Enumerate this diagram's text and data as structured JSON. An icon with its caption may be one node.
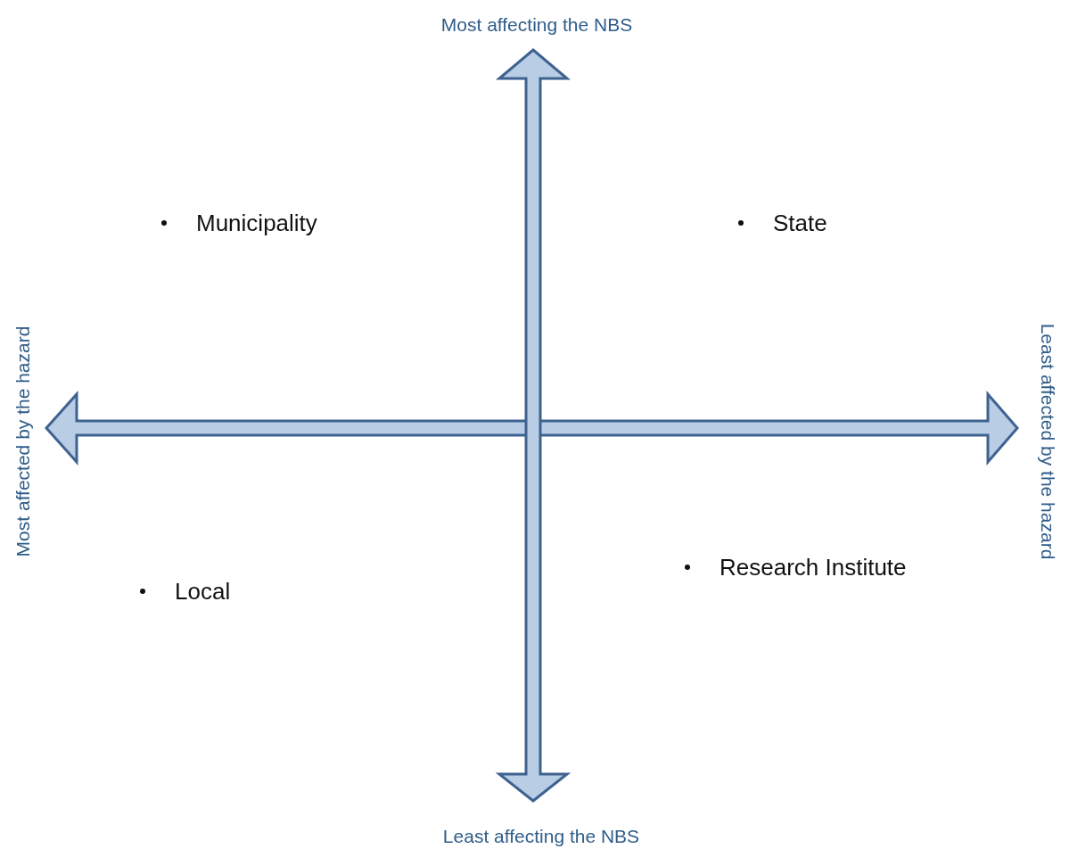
{
  "diagram": {
    "labels": [
      "Most affecting the NBS",
      "Municipality",
      "State",
      "Most affected by the hazard",
      "Least affected by the hazard",
      "Research Institute",
      "Local",
      "Least affecting the NBS"
    ]
  }
}
